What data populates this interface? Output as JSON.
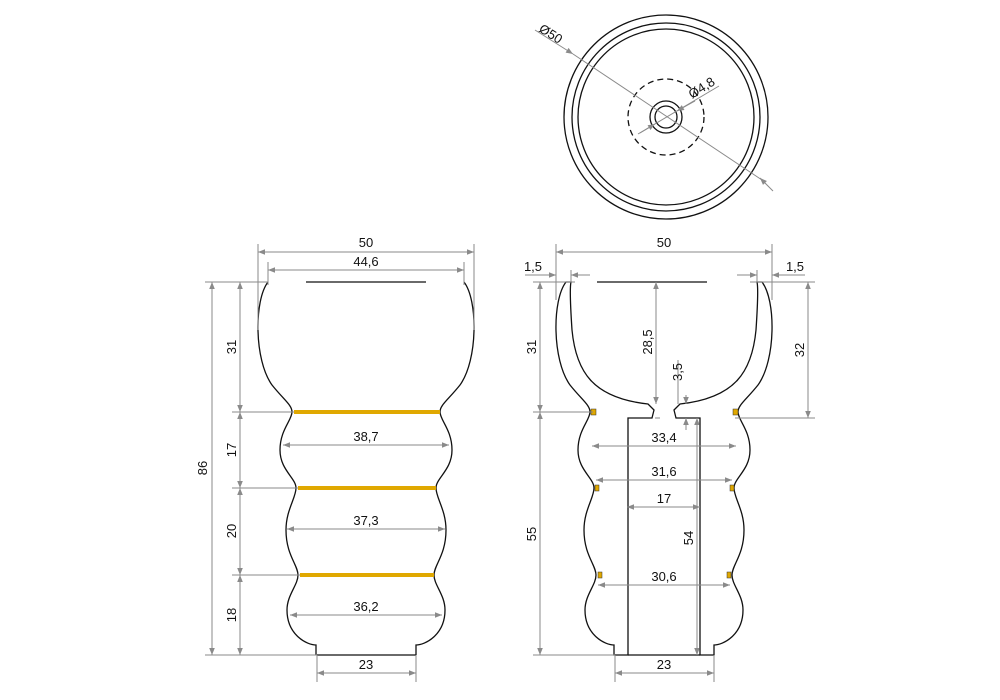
{
  "top_view": {
    "outer_diameter": "Ø50",
    "hole_diameter": "Ø4,8"
  },
  "side_view": {
    "width_total": "50",
    "width_top": "44,6",
    "height_total": "86",
    "h_segments": [
      "31",
      "17",
      "20",
      "18"
    ],
    "neck_widths": [
      "38,7",
      "37,3",
      "36,2"
    ],
    "base_width": "23"
  },
  "section_view": {
    "width_total": "50",
    "rim_left": "1,5",
    "rim_right": "1,5",
    "height_upper": "31",
    "height_lower": "55",
    "bowl_depth": "28,5",
    "bottom_thickness": "3,5",
    "height_bowl_right": "32",
    "inner_width_1": "33,4",
    "inner_width_2": "31,6",
    "bore": "17",
    "bore_height": "54",
    "inner_width_3": "30,6",
    "base_width": "23"
  },
  "colors": {
    "band": "#e0a800",
    "dimension": "#8a8a8a",
    "outline": "#111111"
  }
}
